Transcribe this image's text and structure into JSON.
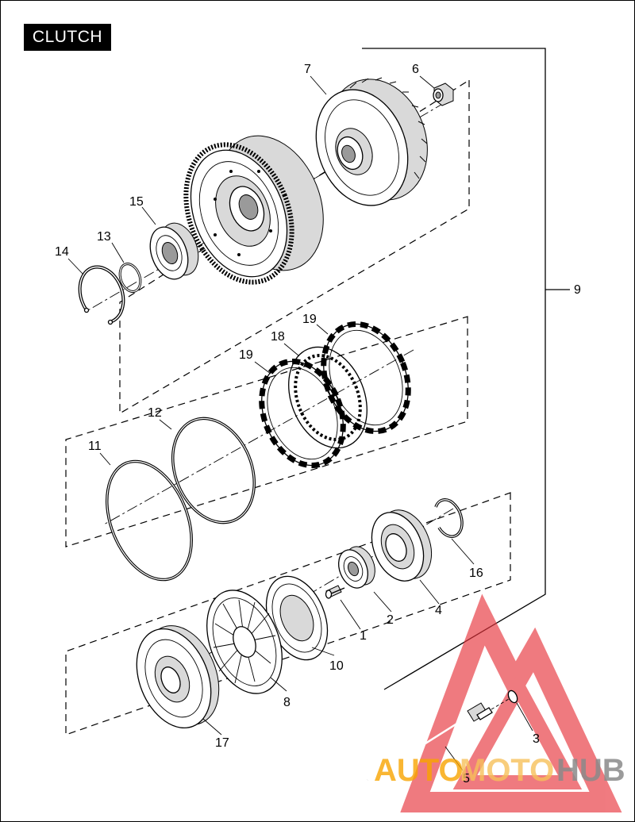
{
  "title": "CLUTCH",
  "callouts": {
    "c1": "1",
    "c2": "2",
    "c3": "3",
    "c4": "4",
    "c5": "5",
    "c6": "6",
    "c7": "7",
    "c8": "8",
    "c9": "9",
    "c10": "10",
    "c11": "11",
    "c12": "12",
    "c13": "13",
    "c14": "14",
    "c15": "15",
    "c16": "16",
    "c17": "17",
    "c18": "18",
    "c19a": "19",
    "c19b": "19"
  },
  "watermark": {
    "part1": "AUTO",
    "part2": "MOTO",
    "part3": "HUB",
    "color_triangle": "#e8343c",
    "color_auto": "#f7a400",
    "color_moto": "#f6c15a",
    "color_hub": "#8a8a8a"
  }
}
